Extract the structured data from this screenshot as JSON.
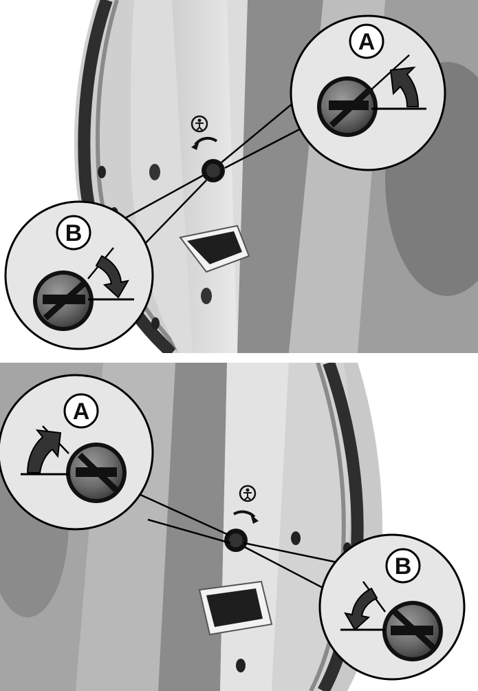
{
  "figures": [
    {
      "id": "left-door",
      "callouts": [
        {
          "letter": "A",
          "arrow": "counterclockwise-up"
        },
        {
          "letter": "B",
          "arrow": "clockwise-down"
        }
      ],
      "icons": [
        "child-figure-icon",
        "rotate-arrow-icon",
        "lock-disabled-icon"
      ]
    },
    {
      "id": "right-door",
      "callouts": [
        {
          "letter": "A",
          "arrow": "clockwise-up"
        },
        {
          "letter": "B",
          "arrow": "counterclockwise-down"
        }
      ],
      "icons": [
        "child-figure-icon",
        "rotate-arrow-icon",
        "lock-disabled-icon"
      ]
    }
  ],
  "colors": {
    "door_panel": "#d9d9d9",
    "seal": "#3a3a3a",
    "callout_bg": "#e6e6e6",
    "knob": "#6d6d6d"
  }
}
